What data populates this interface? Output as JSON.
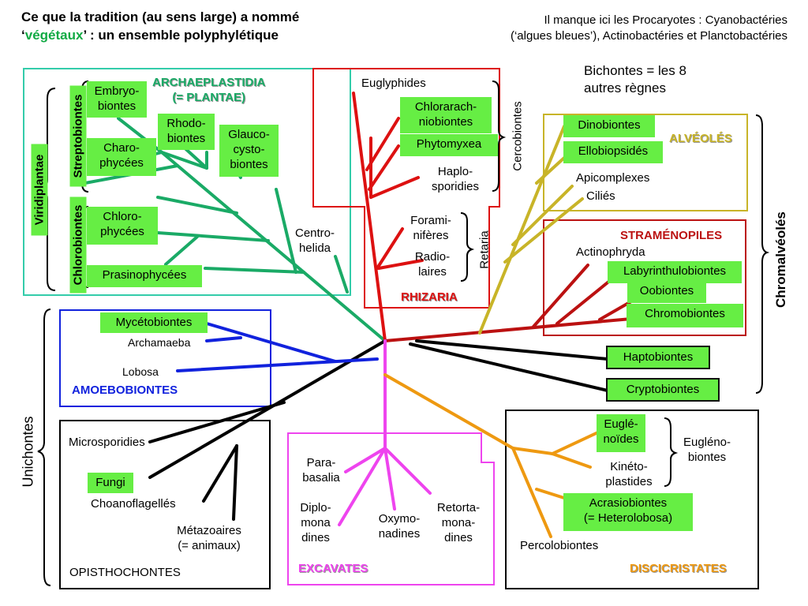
{
  "header": {
    "left_line1": "Ce que la tradition (au sens large) a nommé",
    "left_line2_prefix": "‘",
    "left_line2_highlight": "végétaux",
    "left_line2_suffix": "’ : un ensemble polyphylétique",
    "right_line1": "Il manque ici les Procaryotes : Cyanobactéries",
    "right_line2": "(‘algues bleues’), Actinobactéries et Planctobactéries",
    "bichontes_line1": "Bichontes = les 8",
    "bichontes_line2": "autres règnes"
  },
  "groups": {
    "archaeplastidia": {
      "line1": "ARCHAEPLASTIDIA",
      "line2": "(= PLANTAE)",
      "color": "#1aaa66"
    },
    "viridiplantae": "Viridiplantae",
    "streptobiontes": "Streptobiontes",
    "chlorobiontes": "Chlorobiontes",
    "rhizaria": {
      "label": "RHIZARIA",
      "color": "#dd1111"
    },
    "cercobiontes": "Cercobiontes",
    "retaria": "Retaria",
    "alveoles": {
      "label": "ALVÉOLÉS",
      "color": "#c8b428"
    },
    "stramenopiles": {
      "label": "STRAMÉNOPILES",
      "color": "#bb1111"
    },
    "chromalveoles": "Chromalvéolés",
    "amoebobiontes": {
      "label": "AMOEBOBIONTES",
      "color": "#1122dd"
    },
    "unichontes": "Unichontes",
    "opisthochontes": "OPISTHOCHONTES",
    "excavates": {
      "label": "EXCAVATES",
      "color": "#ee44ee"
    },
    "discicristates": {
      "label": "DISCICRISTATES",
      "color": "#ee9911"
    },
    "euglenobiontes": {
      "line1": "Eugléno-",
      "line2": "biontes"
    }
  },
  "taxa": {
    "embryobiontes": {
      "l1": "Embryo-",
      "l2": "biontes"
    },
    "rhodobiontes": {
      "l1": "Rhodo-",
      "l2": "biontes"
    },
    "glaucocystobiontes": {
      "l1": "Glauco-",
      "l2": "cysto-",
      "l3": "biontes"
    },
    "charophycees": {
      "l1": "Charo-",
      "l2": "phycées"
    },
    "chlorophycees": {
      "l1": "Chloro-",
      "l2": "phycées"
    },
    "prasinophycees": "Prasinophycées",
    "centrohelida": {
      "l1": "Centro-",
      "l2": "helida"
    },
    "euglyphides": "Euglyphides",
    "chlorarachniobiontes": {
      "l1": "Chlorarach-",
      "l2": "niobiontes"
    },
    "phytomyxea": "Phytomyxea",
    "haplosporidies": {
      "l1": "Haplo-",
      "l2": "sporidies"
    },
    "foraminiferes": {
      "l1": "Forami-",
      "l2": "nifères"
    },
    "radiolaires": {
      "l1": "Radio-",
      "l2": "laires"
    },
    "dinobiontes": "Dinobiontes",
    "ellobiopsides": "Ellobiopsidés",
    "apicomplexes": "Apicomplexes",
    "cilies": "Ciliés",
    "actinophryda": "Actinophryda",
    "labyrinthulobiontes": "Labyrinthulobiontes",
    "oobiontes": "Oobiontes",
    "chromobiontes": "Chromobiontes",
    "haptobiontes": "Haptobiontes",
    "cryptobiontes": "Cryptobiontes",
    "mycetobiontes": "Mycétobiontes",
    "archamaeba": "Archamaeba",
    "lobosa": "Lobosa",
    "microsporidies": "Microsporidies",
    "fungi": "Fungi",
    "choanoflagelles": "Choanoflagellés",
    "metazoaires": {
      "l1": "Métazoaires",
      "l2": "(= animaux)"
    },
    "parabasalia": {
      "l1": "Para-",
      "l2": "basalia"
    },
    "diplomonadines": {
      "l1": "Diplo-",
      "l2": "mona",
      "l3": "dines"
    },
    "oxymonadines": {
      "l1": "Oxymo-",
      "l2": "nadines"
    },
    "retortamonadines": {
      "l1": "Retorta-",
      "l2": "mona-",
      "l3": "dines"
    },
    "euglenoides": {
      "l1": "Euglé-",
      "l2": "noïdes"
    },
    "kinetoplastides": {
      "l1": "Kinéto-",
      "l2": "plastides"
    },
    "acrasiobiontes": {
      "l1": "Acrasiobiontes",
      "l2": "(= Heterolobosa)"
    },
    "percolobiontes": "Percolobiontes"
  },
  "colors": {
    "green_fill": "#66ee44",
    "teal_box": "#33ccaa",
    "green_branch": "#1aaa66",
    "red": "#dd1111",
    "darkred": "#bb1111",
    "olive": "#c8b428",
    "blue": "#1122dd",
    "black": "#000000",
    "magenta": "#ee44ee",
    "orange": "#ee9911",
    "highlight_text": "#11aa44"
  }
}
